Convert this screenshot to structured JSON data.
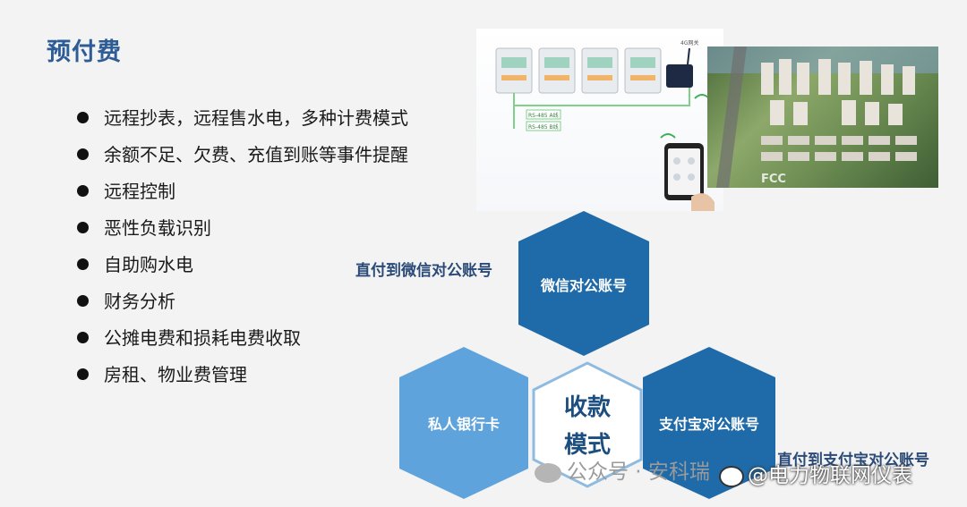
{
  "slide": {
    "title": "预付费",
    "bullets": [
      "远程抄表，远程售水电，多种计费模式",
      "余额不足、欠费、充值到账等事件提醒",
      "远程控制",
      "恶性负载识别",
      "自助购水电",
      "财务分析",
      "公摊电费和损耗电费收取",
      "房租、物业费管理"
    ],
    "devices_image": {
      "labels": [
        "4G网关",
        "RS-485 A线",
        "RS-485 B线"
      ]
    },
    "city_image": {
      "logo_text": "FCC"
    },
    "payment": {
      "center_line1": "收款",
      "center_line2": "模式",
      "hex_wechat": "微信对公账号",
      "hex_bank": "私人银行卡",
      "hex_alipay": "支付宝对公账号",
      "wechat_note": "直付到微信对公账号",
      "alipay_note": "直付到支付宝对公账号"
    },
    "colors": {
      "title": "#2e5c96",
      "hex_dark": "#1f6aa8",
      "hex_light": "#5fa3dc",
      "hex_outline": "#8fbbe0"
    }
  },
  "watermarks": {
    "wechat": "公众号 · 安科瑞",
    "weibo": "@电力物联网仪表"
  }
}
